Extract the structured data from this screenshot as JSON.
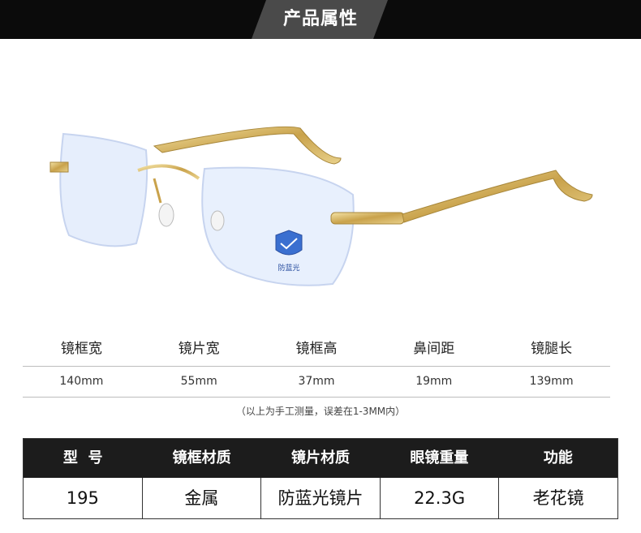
{
  "banner": {
    "title": "产品属性"
  },
  "measurements": {
    "labels": [
      "镜框宽",
      "镜片宽",
      "镜框高",
      "鼻间距",
      "镜腿长"
    ],
    "values": [
      "140mm",
      "55mm",
      "37mm",
      "19mm",
      "139mm"
    ],
    "note": "（以上为手工测量，误差在1-3MM内）"
  },
  "specs": {
    "headers": [
      "型  号",
      "镜框材质",
      "镜片材质",
      "眼镜重量",
      "功能"
    ],
    "values": [
      "195",
      "金属",
      "防蓝光镜片",
      "22.3G",
      "老花镜"
    ]
  },
  "product": {
    "badge_text": "防蓝光",
    "colors": {
      "frame_gold": "#d2b15c",
      "lens_tint": "#e6eefc"
    }
  }
}
